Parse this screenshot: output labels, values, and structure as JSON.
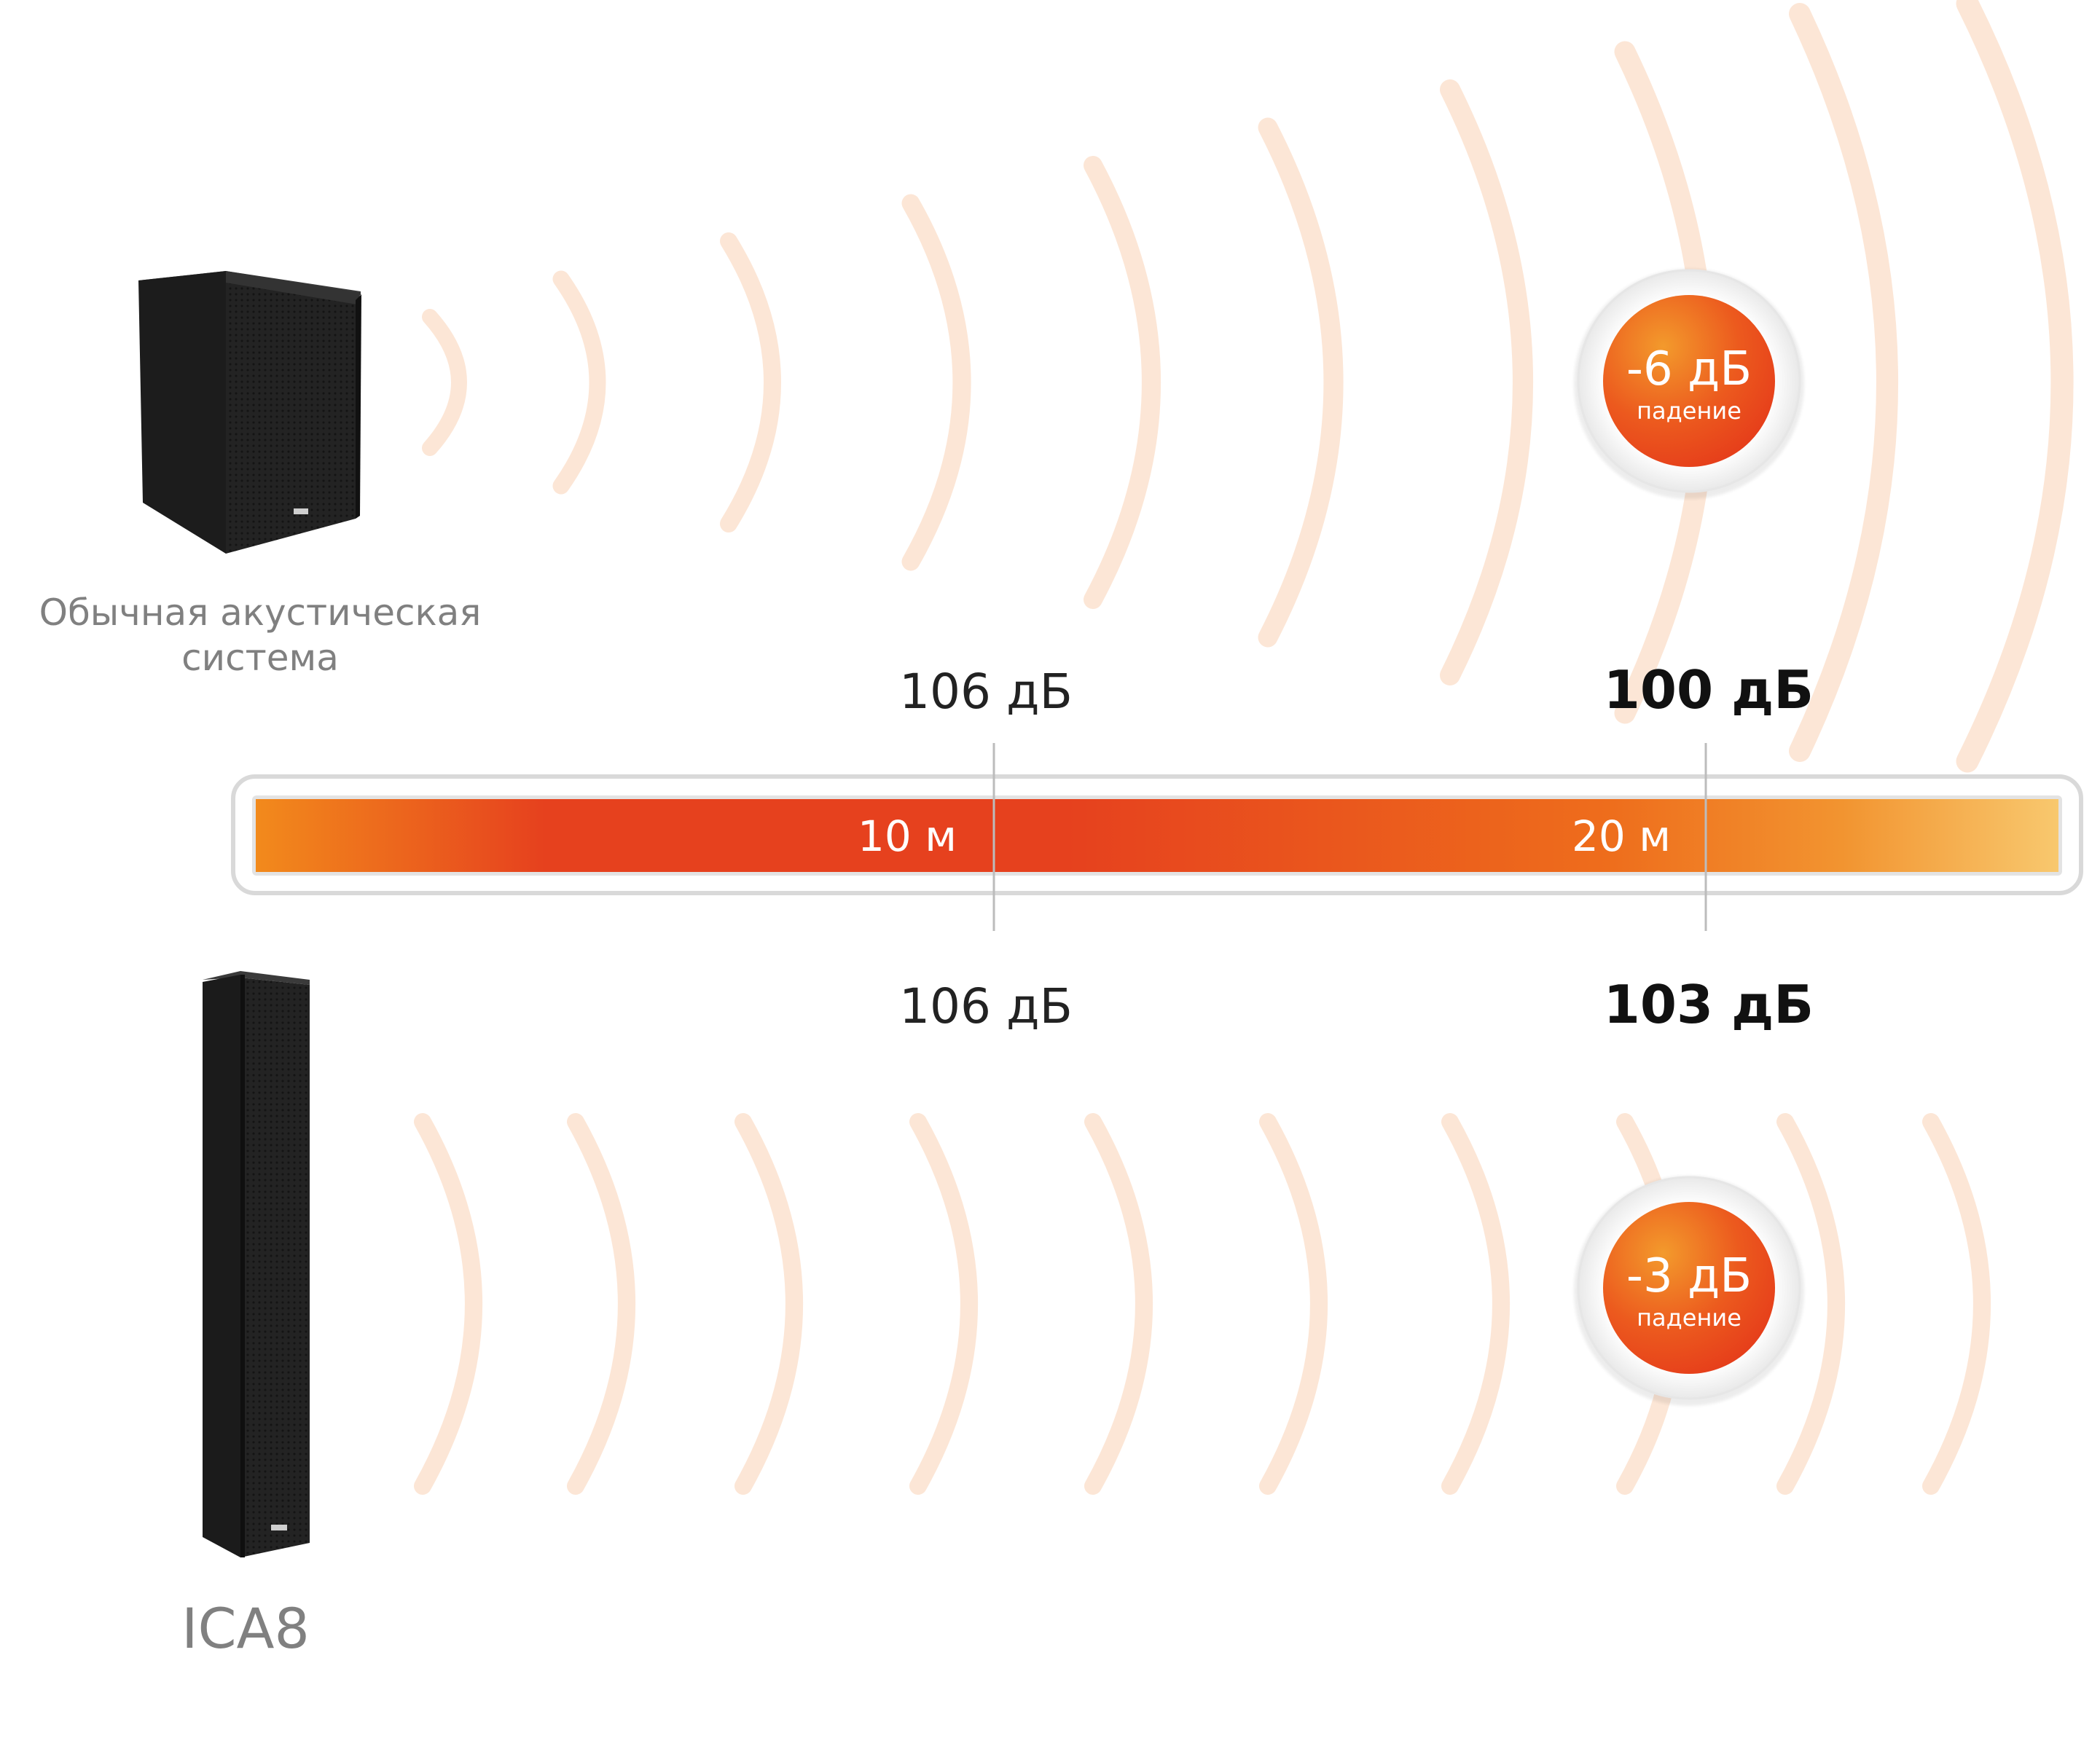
{
  "speakers": {
    "conventional": {
      "caption_line1": "Обычная акустическая",
      "caption_line2": "система",
      "drop_value": "-6 дБ",
      "drop_label": "падение",
      "level_at_10m": "106 дБ",
      "level_at_20m": "100 дБ"
    },
    "ica8": {
      "caption": "ICA8",
      "drop_value": "-3 дБ",
      "drop_label": "падение",
      "level_at_10m": "106 дБ",
      "level_at_20m": "103 дБ"
    }
  },
  "distance_bar": {
    "marker_1": "10 м",
    "marker_2": "20 м"
  },
  "colors": {
    "accent_red": "#e6411e",
    "accent_orange": "#f07f1a",
    "light_end": "#f8c26a",
    "wave_tint": "#fbe2cf",
    "caption_gray": "#808080",
    "text_dark": "#222222"
  }
}
